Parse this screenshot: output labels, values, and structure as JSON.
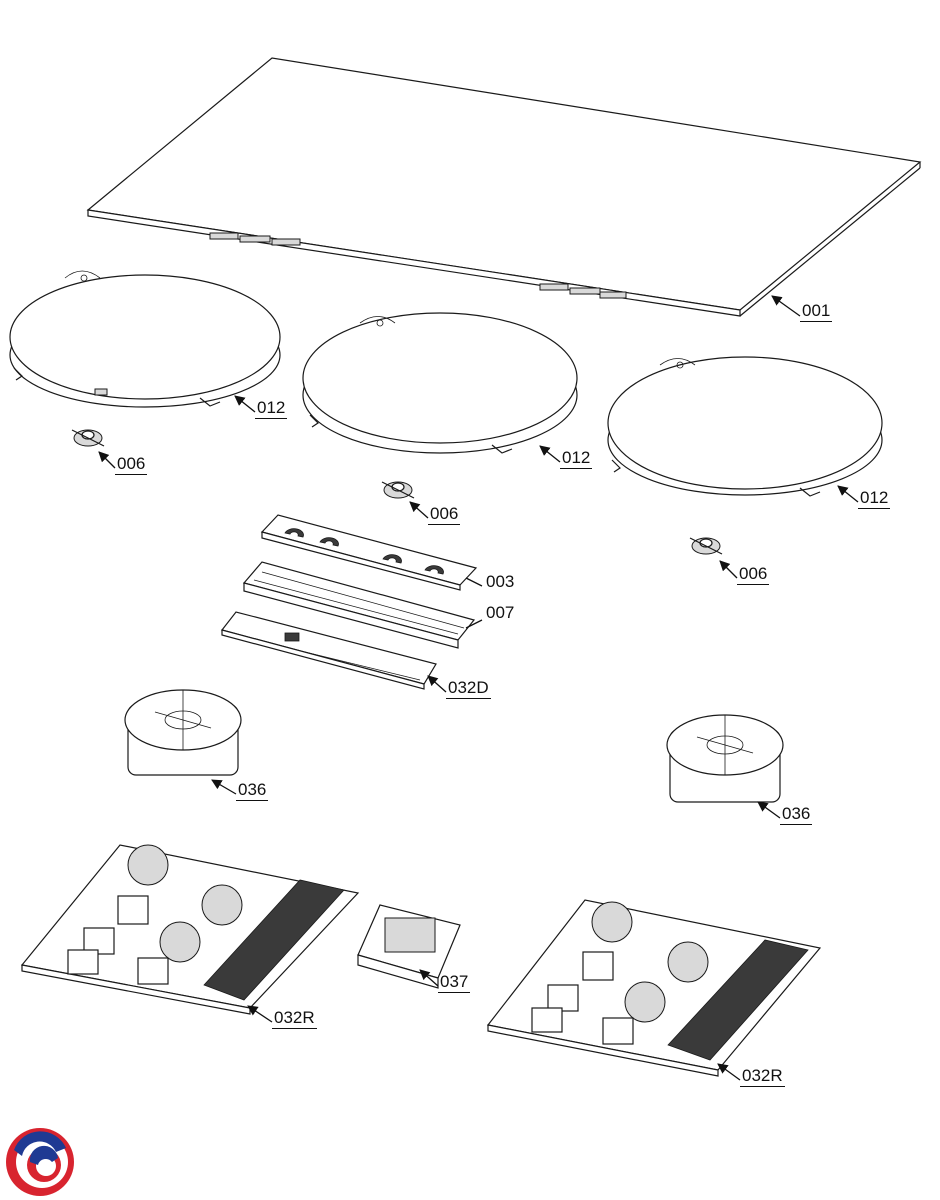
{
  "diagram": {
    "labels": {
      "p001": "001",
      "p012_left": "012",
      "p012_center": "012",
      "p012_right": "012",
      "p006_left": "006",
      "p006_center": "006",
      "p006_right": "006",
      "p003": "003",
      "p007": "007",
      "p032d": "032D",
      "p036_left": "036",
      "p036_right": "036",
      "p032r_left": "032R",
      "p032r_right": "032R",
      "p037": "037"
    },
    "logo": {
      "icon": "brand-swirl-logo-icon",
      "colors": [
        "#d8242f",
        "#1f3a93"
      ]
    }
  }
}
